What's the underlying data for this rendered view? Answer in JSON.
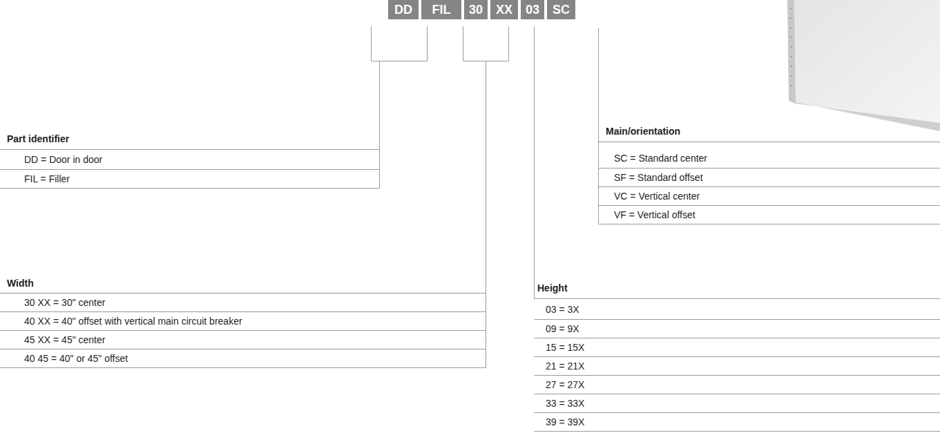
{
  "diagram": {
    "nodes": [
      {
        "text": [
          "DD"
        ]
      },
      {
        "text": [
          "FIL"
        ]
      },
      {
        "text": [
          "30"
        ]
      },
      {
        "text": [
          "XX"
        ]
      },
      {
        "text": [
          "03"
        ]
      },
      {
        "text": [
          "SC"
        ]
      }
    ],
    "labels": [
      "Part identifier",
      "DD = Door in door",
      "FIL = Filler",
      "Width",
      "30 XX = 30\" center",
      "40 XX = 40\" offset with vertical main circuit breaker",
      "45 XX = 45\" center",
      "40 45 = 40\" or 45\" offset",
      "Main/orientation",
      "SC = Standard center",
      "SF = Standard offset",
      "VC = Vertical center",
      "VF = Vertical offset",
      "Height",
      "03 = 3X",
      "09 = 9X",
      "15 = 15X",
      "21 = 21X",
      "27 = 27X",
      "33 = 33X",
      "39 = 39X"
    ]
  }
}
